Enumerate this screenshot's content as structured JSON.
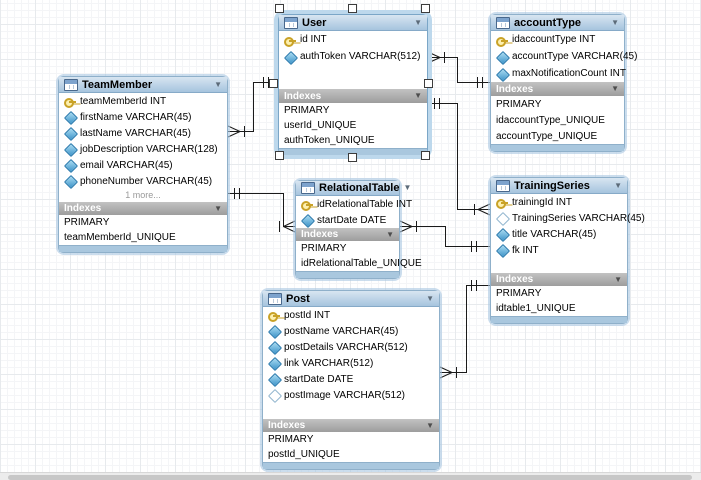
{
  "app": "eer-diagram-canvas",
  "icons": {
    "chevron_down": "▼",
    "table": "table-icon",
    "primary_key": "key-icon",
    "column": "column-icon",
    "column_nullable": "column-nullable-icon"
  },
  "colors": {
    "table_header_blue": "#a6c4de",
    "index_bar_gray": "#a5a5a5",
    "selection_halo": "#bdd8ec",
    "connector": "#1a1a1a",
    "key_icon": "#c9a227",
    "column_icon": "#3e94c9"
  },
  "tables": {
    "user": {
      "title": "User",
      "selected": true,
      "fields": [
        {
          "icon": "key-icon",
          "text": "id INT"
        },
        {
          "icon": "column-icon",
          "text": "authToken VARCHAR(512)"
        }
      ],
      "indexes_label": "Indexes",
      "indexes": [
        "PRIMARY",
        "userId_UNIQUE",
        "authToken_UNIQUE"
      ]
    },
    "accountType": {
      "title": "accountType",
      "selected": false,
      "fields": [
        {
          "icon": "key-icon",
          "text": "idaccountType INT"
        },
        {
          "icon": "column-icon",
          "text": "accountType VARCHAR(45)"
        },
        {
          "icon": "column-icon",
          "text": "maxNotificationCount INT"
        }
      ],
      "indexes_label": "Indexes",
      "indexes": [
        "PRIMARY",
        "idaccountType_UNIQUE",
        "accountType_UNIQUE"
      ]
    },
    "teamMember": {
      "title": "TeamMember",
      "selected": false,
      "fields": [
        {
          "icon": "key-icon",
          "text": "teamMemberId INT"
        },
        {
          "icon": "column-icon",
          "text": "firstName VARCHAR(45)"
        },
        {
          "icon": "column-icon",
          "text": "lastName VARCHAR(45)"
        },
        {
          "icon": "column-icon",
          "text": "jobDescription VARCHAR(128)"
        },
        {
          "icon": "column-icon",
          "text": "email VARCHAR(45)"
        },
        {
          "icon": "column-icon",
          "text": "phoneNumber VARCHAR(45)"
        }
      ],
      "more_label": "1 more...",
      "indexes_label": "Indexes",
      "indexes": [
        "PRIMARY",
        "teamMemberId_UNIQUE"
      ]
    },
    "relationalTable": {
      "title": "RelationalTable",
      "selected": false,
      "fields": [
        {
          "icon": "key-icon",
          "text": "idRelationalTable INT"
        },
        {
          "icon": "column-icon",
          "text": "startDate DATE"
        }
      ],
      "indexes_label": "Indexes",
      "indexes": [
        "PRIMARY",
        "idRelationalTable_UNIQUE"
      ]
    },
    "trainingSeries": {
      "title": "TrainingSeries",
      "selected": false,
      "fields": [
        {
          "icon": "key-icon",
          "text": "trainingId INT"
        },
        {
          "icon": "column-nullable-icon",
          "text": "TrainingSeries VARCHAR(45)"
        },
        {
          "icon": "column-icon",
          "text": "title VARCHAR(45)"
        },
        {
          "icon": "column-icon",
          "text": "fk INT"
        }
      ],
      "indexes_label": "Indexes",
      "indexes": [
        "PRIMARY",
        "idtable1_UNIQUE"
      ]
    },
    "post": {
      "title": "Post",
      "selected": false,
      "fields": [
        {
          "icon": "key-icon",
          "text": "postId INT"
        },
        {
          "icon": "column-icon",
          "text": "postName VARCHAR(45)"
        },
        {
          "icon": "column-icon",
          "text": "postDetails VARCHAR(512)"
        },
        {
          "icon": "column-icon",
          "text": "link VARCHAR(512)"
        },
        {
          "icon": "column-icon",
          "text": "startDate DATE"
        },
        {
          "icon": "column-nullable-icon",
          "text": "postImage VARCHAR(512)"
        }
      ],
      "indexes_label": "Indexes",
      "indexes": [
        "PRIMARY",
        "postId_UNIQUE"
      ]
    }
  },
  "relationships": [
    {
      "one_end": "accountType",
      "many_end": "User",
      "notation": "crow-foot at User, double-tick at accountType"
    },
    {
      "one_end": "User",
      "many_end": "TeamMember",
      "notation": "crow-foot at TeamMember, tick at User"
    },
    {
      "one_end": "User",
      "many_end": "TrainingSeries",
      "notation": "crow-foot at TrainingSeries, double-tick at User"
    },
    {
      "one_end": "TeamMember",
      "many_end": "RelationalTable",
      "notation": "crow-foot at RelationalTable, double-tick at TeamMember"
    },
    {
      "one_end": "TrainingSeries",
      "many_end": "RelationalTable",
      "notation": "crow-foot at RelationalTable, double-tick at TrainingSeries"
    },
    {
      "one_end": "TrainingSeries",
      "many_end": "Post",
      "notation": "crow-foot at Post, double-tick at TrainingSeries"
    }
  ]
}
